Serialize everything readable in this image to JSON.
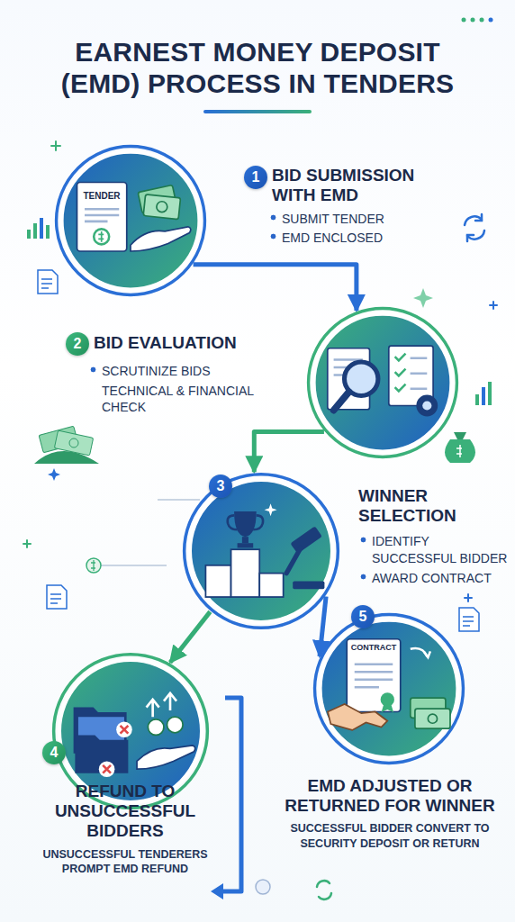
{
  "diagram": {
    "title": "EARNEST MONEY DEPOSIT (EMD) PROCESS IN TENDERS",
    "nodes": [
      {
        "text": [
          "1",
          "BID SUBMISSION WITH EMD",
          "SUBMIT TENDER",
          "EMD ENCLOSED"
        ]
      },
      {
        "text": [
          "2",
          "BID EVALUATION",
          "SCRUTINIZE BIDS",
          "TECHNICAL & FINANCIAL CHECK"
        ]
      },
      {
        "text": [
          "3",
          "WINNER SELECTION",
          "IDENTIFY SUCCESSFUL BIDDER",
          "AWARD CONTRACT"
        ]
      },
      {
        "text": [
          "4",
          "REFUND TO UNSUCCESSFUL BIDDERS",
          "UNSUCCESSFUL TENDERERS PROMPT EMD REFUND"
        ]
      },
      {
        "text": [
          "5",
          "EMD ADJUSTED OR RETURNED FOR WINNER",
          "SUCCESSFUL BIDDER CONVERT TO SECURITY DEPOSIT OR RETURN"
        ]
      }
    ],
    "edges": [
      {
        "from": 0,
        "to": 1,
        "arrow": "to"
      },
      {
        "from": 1,
        "to": 2,
        "arrow": "to"
      },
      {
        "from": 2,
        "to": 3,
        "arrow": "to"
      },
      {
        "from": 2,
        "to": 4,
        "arrow": "to"
      }
    ],
    "labels": [
      "TENDER",
      "CONTRACT"
    ]
  }
}
